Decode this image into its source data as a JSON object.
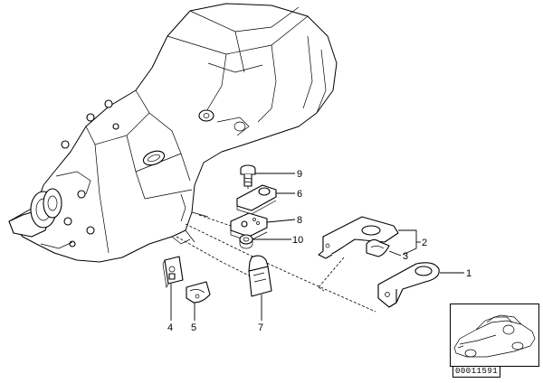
{
  "diagram": {
    "callouts": [
      {
        "id": "1",
        "label": "1"
      },
      {
        "id": "2",
        "label": "2"
      },
      {
        "id": "3",
        "label": "3"
      },
      {
        "id": "4",
        "label": "4"
      },
      {
        "id": "5",
        "label": "5"
      },
      {
        "id": "6",
        "label": "6"
      },
      {
        "id": "7",
        "label": "7"
      },
      {
        "id": "8",
        "label": "8"
      },
      {
        "id": "9",
        "label": "9"
      },
      {
        "id": "10",
        "label": "10"
      }
    ],
    "inset": {
      "subject": "car-silhouette-icon"
    },
    "document_number": "00011591"
  }
}
